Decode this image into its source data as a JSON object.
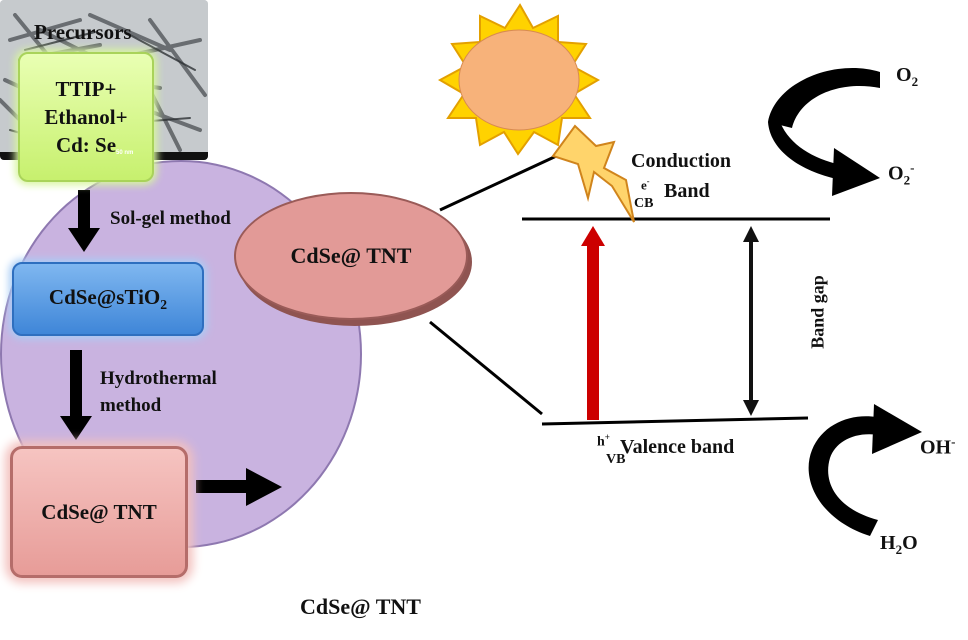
{
  "left_column": {
    "precursors_title": "Precursors",
    "precursor_lines": [
      "TTIP+",
      "Ethanol+",
      "Cd: Se"
    ],
    "step1_label": "Sol-gel method",
    "intermediate_main": "CdSe@sTiO",
    "intermediate_sub": "2",
    "step2_line1": "Hydrothermal",
    "step2_line2": "method",
    "final_product": "CdSe@ TNT"
  },
  "center": {
    "ellipse_label": "CdSe@ TNT",
    "tem_caption": "CdSe@ TNT",
    "scale_bar_label": "50 nm"
  },
  "band_diagram": {
    "conduction_line1": "Conduction",
    "conduction_line2": "Band",
    "electron_symbol": "e",
    "electron_charge": "-",
    "cb_label": "CB",
    "hole_symbol": "h",
    "hole_charge": "+",
    "valence_label": "Valence band",
    "vb_label": "VB",
    "band_gap_label": "Band gap"
  },
  "reactions": {
    "o2_main": "O",
    "o2_sub": "2",
    "superoxide_main": "O",
    "superoxide_sub": "2",
    "superoxide_charge": "-",
    "hydroxyl_main": "OH",
    "hydroxyl_charge": "-",
    "water_h": "H",
    "water_sub": "2",
    "water_o": "O"
  },
  "colors": {
    "excitation_arrow": "#cc0000",
    "sun_fill": "#f7b27a",
    "sun_rays": "#ffd200",
    "circle_fill": "#c9b3e0"
  }
}
